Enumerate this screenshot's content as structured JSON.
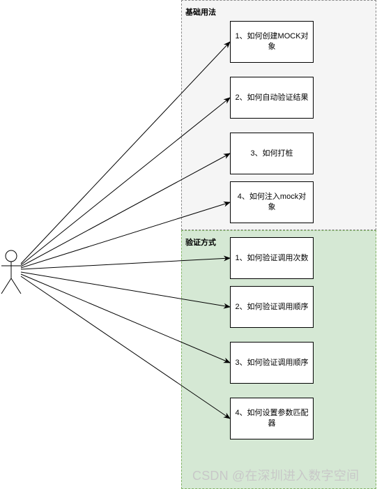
{
  "groups": {
    "basic": {
      "title": "基础用法"
    },
    "verify": {
      "title": "验证方式"
    }
  },
  "boxes": [
    {
      "label": "1、如何创建MOCK对象"
    },
    {
      "label": "2、如何自动验证结果"
    },
    {
      "label": "3、如何打桩"
    },
    {
      "label": "4、如何注入mock对象"
    },
    {
      "label": "1、如何验证调用次数"
    },
    {
      "label": "2、如何验证调用顺序"
    },
    {
      "label": "3、如何验证调用顺序"
    },
    {
      "label": "4、如何设置参数匹配器"
    }
  ],
  "watermark": "CSDN @在深圳进入数字空间",
  "colors": {
    "basic_fill": "#f5f5f5",
    "verify_fill": "#d5e8d4",
    "verify_border": "#82b366"
  },
  "icons": [
    "actor-stick-figure-icon",
    "arrowhead-icon"
  ]
}
